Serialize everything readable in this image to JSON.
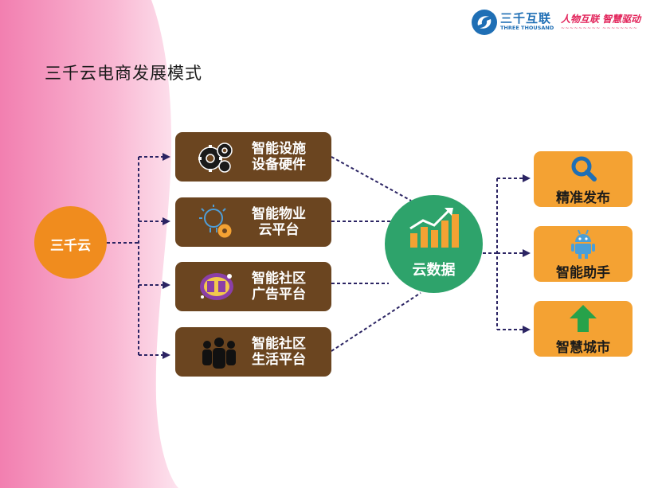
{
  "title": "三千云电商发展模式",
  "brand": {
    "logo_icon": "swirl-logo-icon",
    "name": "三千互联",
    "name_en": "THREE THOUSAND",
    "slogan": "人物互联  智慧驱动",
    "color_primary": "#1f6fb5",
    "color_accent": "#e2245b"
  },
  "source_node": {
    "label": "三千云",
    "color": "#f08c1e"
  },
  "platforms": [
    {
      "line1": "智能设施",
      "line2": "设备硬件",
      "icon": "gears-icon"
    },
    {
      "line1": "智能物业",
      "line2": "云平台",
      "icon": "lightbulb-gear-icon"
    },
    {
      "line1": "智能社区",
      "line2": "广告平台",
      "icon": "ad-badge-icon"
    },
    {
      "line1": "智能社区",
      "line2": "生活平台",
      "icon": "people-group-icon"
    }
  ],
  "hub_node": {
    "label": "云数据",
    "icon": "growth-chart-icon",
    "color": "#2ea36b"
  },
  "outputs": [
    {
      "label": "精准发布",
      "icon": "magnifier-icon"
    },
    {
      "label": "智能助手",
      "icon": "robot-icon"
    },
    {
      "label": "智慧城市",
      "icon": "up-arrow-icon"
    }
  ],
  "colors": {
    "platform_box": "#6b4520",
    "output_box": "#f4a233",
    "connector": "#2b2463",
    "background_band": "#f48fb8"
  }
}
